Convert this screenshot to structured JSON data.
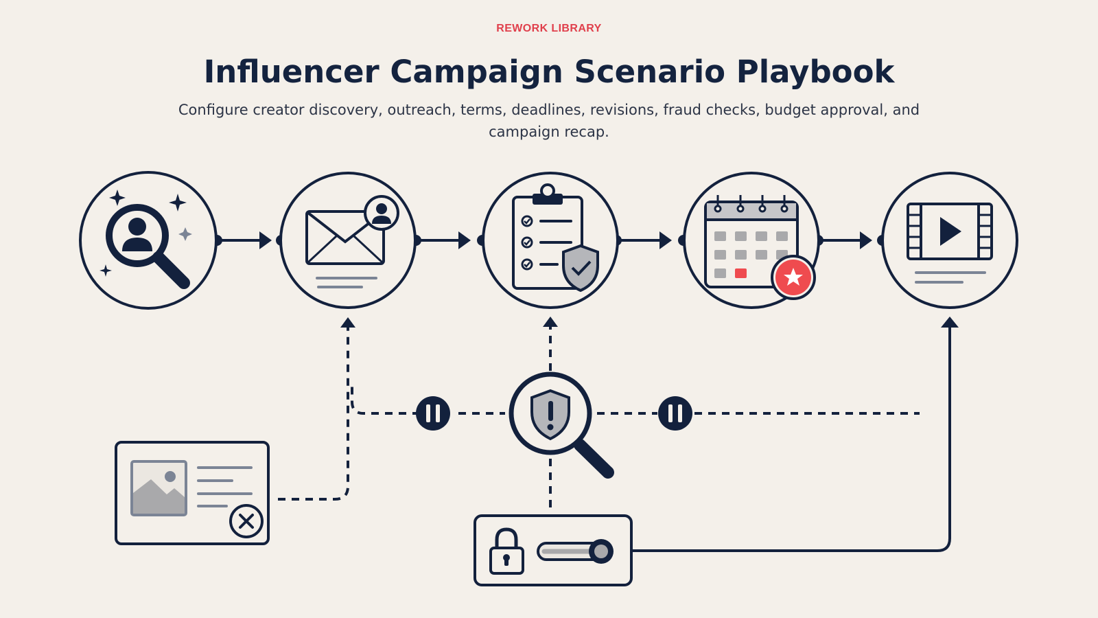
{
  "header": {
    "eyebrow": "REWORK LIBRARY",
    "title": "Influencer Campaign Scenario Playbook",
    "subtitle": "Configure creator discovery, outreach, terms, deadlines, revisions, fraud checks, budget approval, and campaign recap."
  },
  "diagram": {
    "main_flow": [
      {
        "icon": "creator-search-icon"
      },
      {
        "icon": "outreach-mail-icon"
      },
      {
        "icon": "terms-checklist-shield-icon"
      },
      {
        "icon": "deadline-calendar-icon"
      },
      {
        "icon": "video-recap-icon"
      }
    ],
    "side_nodes": [
      {
        "icon": "fraud-check-shield-magnifier-icon"
      },
      {
        "icon": "rejected-content-card-icon"
      },
      {
        "icon": "budget-approval-lock-toggle-icon"
      }
    ],
    "pause_markers": [
      {
        "icon": "pause-icon"
      },
      {
        "icon": "pause-icon"
      }
    ],
    "colors": {
      "background": "#f4f0ea",
      "navy": "#13213d",
      "accent_red": "#ef4b4f",
      "muted_gray": "#a9a9ab",
      "line_gray": "#7b8495"
    }
  }
}
